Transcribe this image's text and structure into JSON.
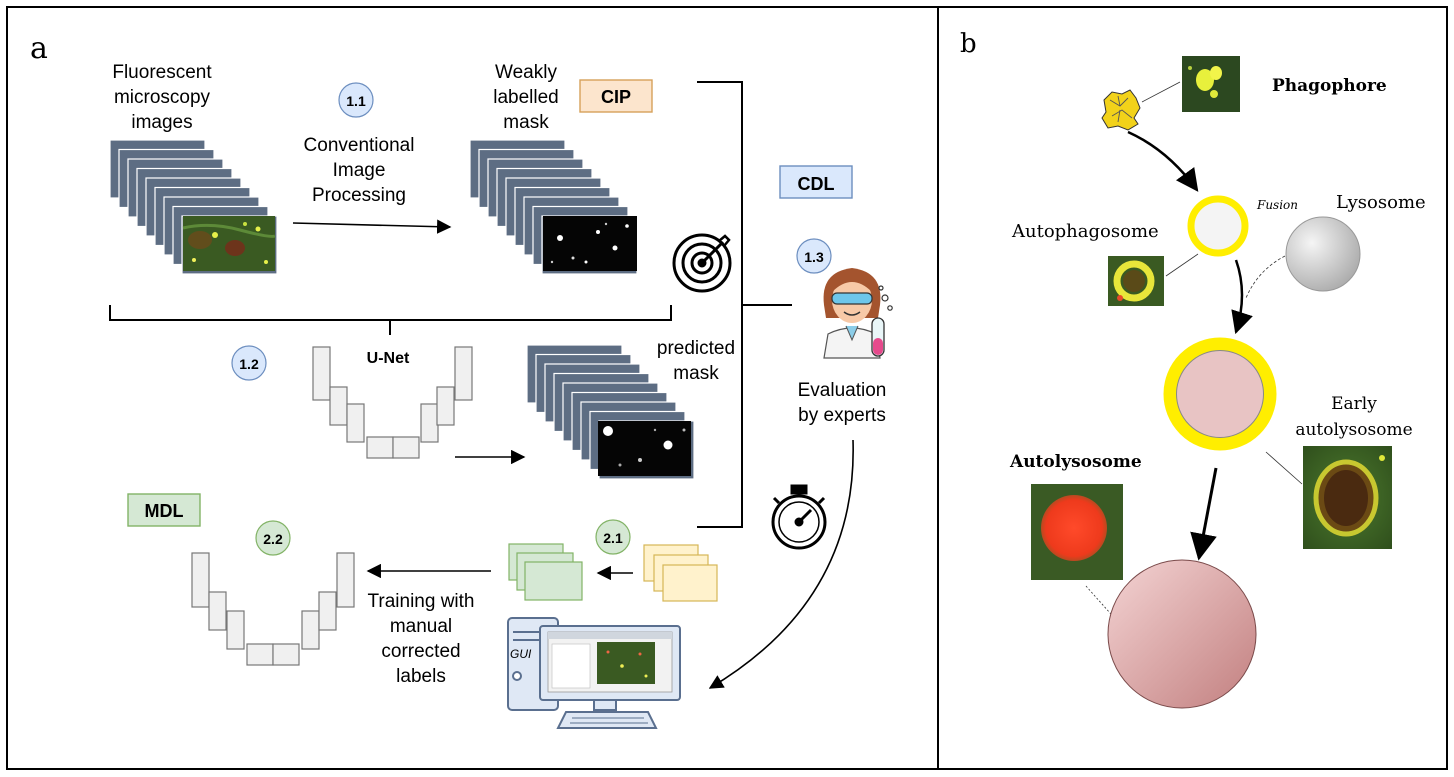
{
  "panel_a": {
    "letter": "a",
    "fluorescent_images": [
      "Fluorescent",
      "microscopy",
      "images"
    ],
    "conventional_processing": [
      "Conventional",
      "Image",
      "Processing"
    ],
    "weak_mask": [
      "Weakly",
      "labelled",
      "mask"
    ],
    "predicted_mask": [
      "predicted",
      "mask"
    ],
    "evaluation": [
      "Evaluation",
      "by experts"
    ],
    "training": [
      "Training with",
      "manual",
      "corrected",
      "labels"
    ],
    "unet": "U-Net",
    "gui": "GUI",
    "tags": {
      "cip": "CIP",
      "cdl": "CDL",
      "mdl": "MDL"
    },
    "steps": {
      "s1_1": "1.1",
      "s1_2": "1.2",
      "s1_3": "1.3",
      "s2_1": "2.1",
      "s2_2": "2.2"
    }
  },
  "panel_b": {
    "letter": "b",
    "phagophore": "Phagophore",
    "autophagosome": "Autophagosome",
    "fusion": "Fusion",
    "lysosome": "Lysosome",
    "early_autolysosome": [
      "Early",
      "autolysosome"
    ],
    "autolysosome": "Autolysosome"
  },
  "colors": {
    "stack": "#5d6d83",
    "cip_fill": "#fce5cd",
    "cip_stroke": "#d6a15a",
    "cdl_fill": "#dae8fc",
    "cdl_stroke": "#6c8ebf",
    "mdl_fill": "#d5e8d4",
    "mdl_stroke": "#82b366",
    "step_blue": "#dae8fc",
    "step_green": "#d5e8d4",
    "yellow": "#ffee00",
    "lyso": "#c8c8c8",
    "pink": "#e8c4c4"
  }
}
